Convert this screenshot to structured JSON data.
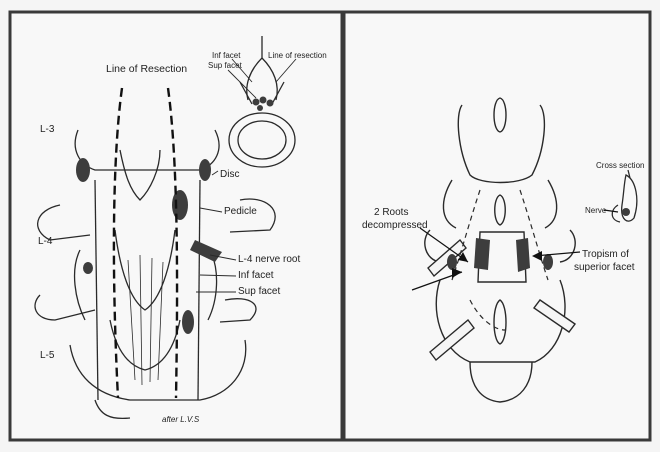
{
  "left_panel": {
    "labels": {
      "line_of_resection": "Line of Resection",
      "inf_facet_top": "Inf facet",
      "line_of_resection_small": "Line of resection",
      "sup_facet_top": "Sup facet",
      "l3": "L-3",
      "disc": "Disc",
      "l4": "L-4",
      "pedicle": "Pedicle",
      "l4_nerve_root": "L-4 nerve root",
      "inf_facet": "Inf facet",
      "sup_facet": "Sup facet",
      "l5": "L-5",
      "signature": "after L.V.S"
    }
  },
  "right_panel": {
    "labels": {
      "cross_section": "Cross section",
      "nerve": "Nerve",
      "roots_line1": "2 Roots",
      "roots_line2": "decompressed",
      "tropism_line1": "Tropism of",
      "tropism_line2": "superior facet"
    }
  },
  "colors": {
    "border": "#3a3a3a",
    "panel": "#f7f7f7",
    "ink": "#2a2a2a",
    "shade": "#3d3d3d"
  }
}
